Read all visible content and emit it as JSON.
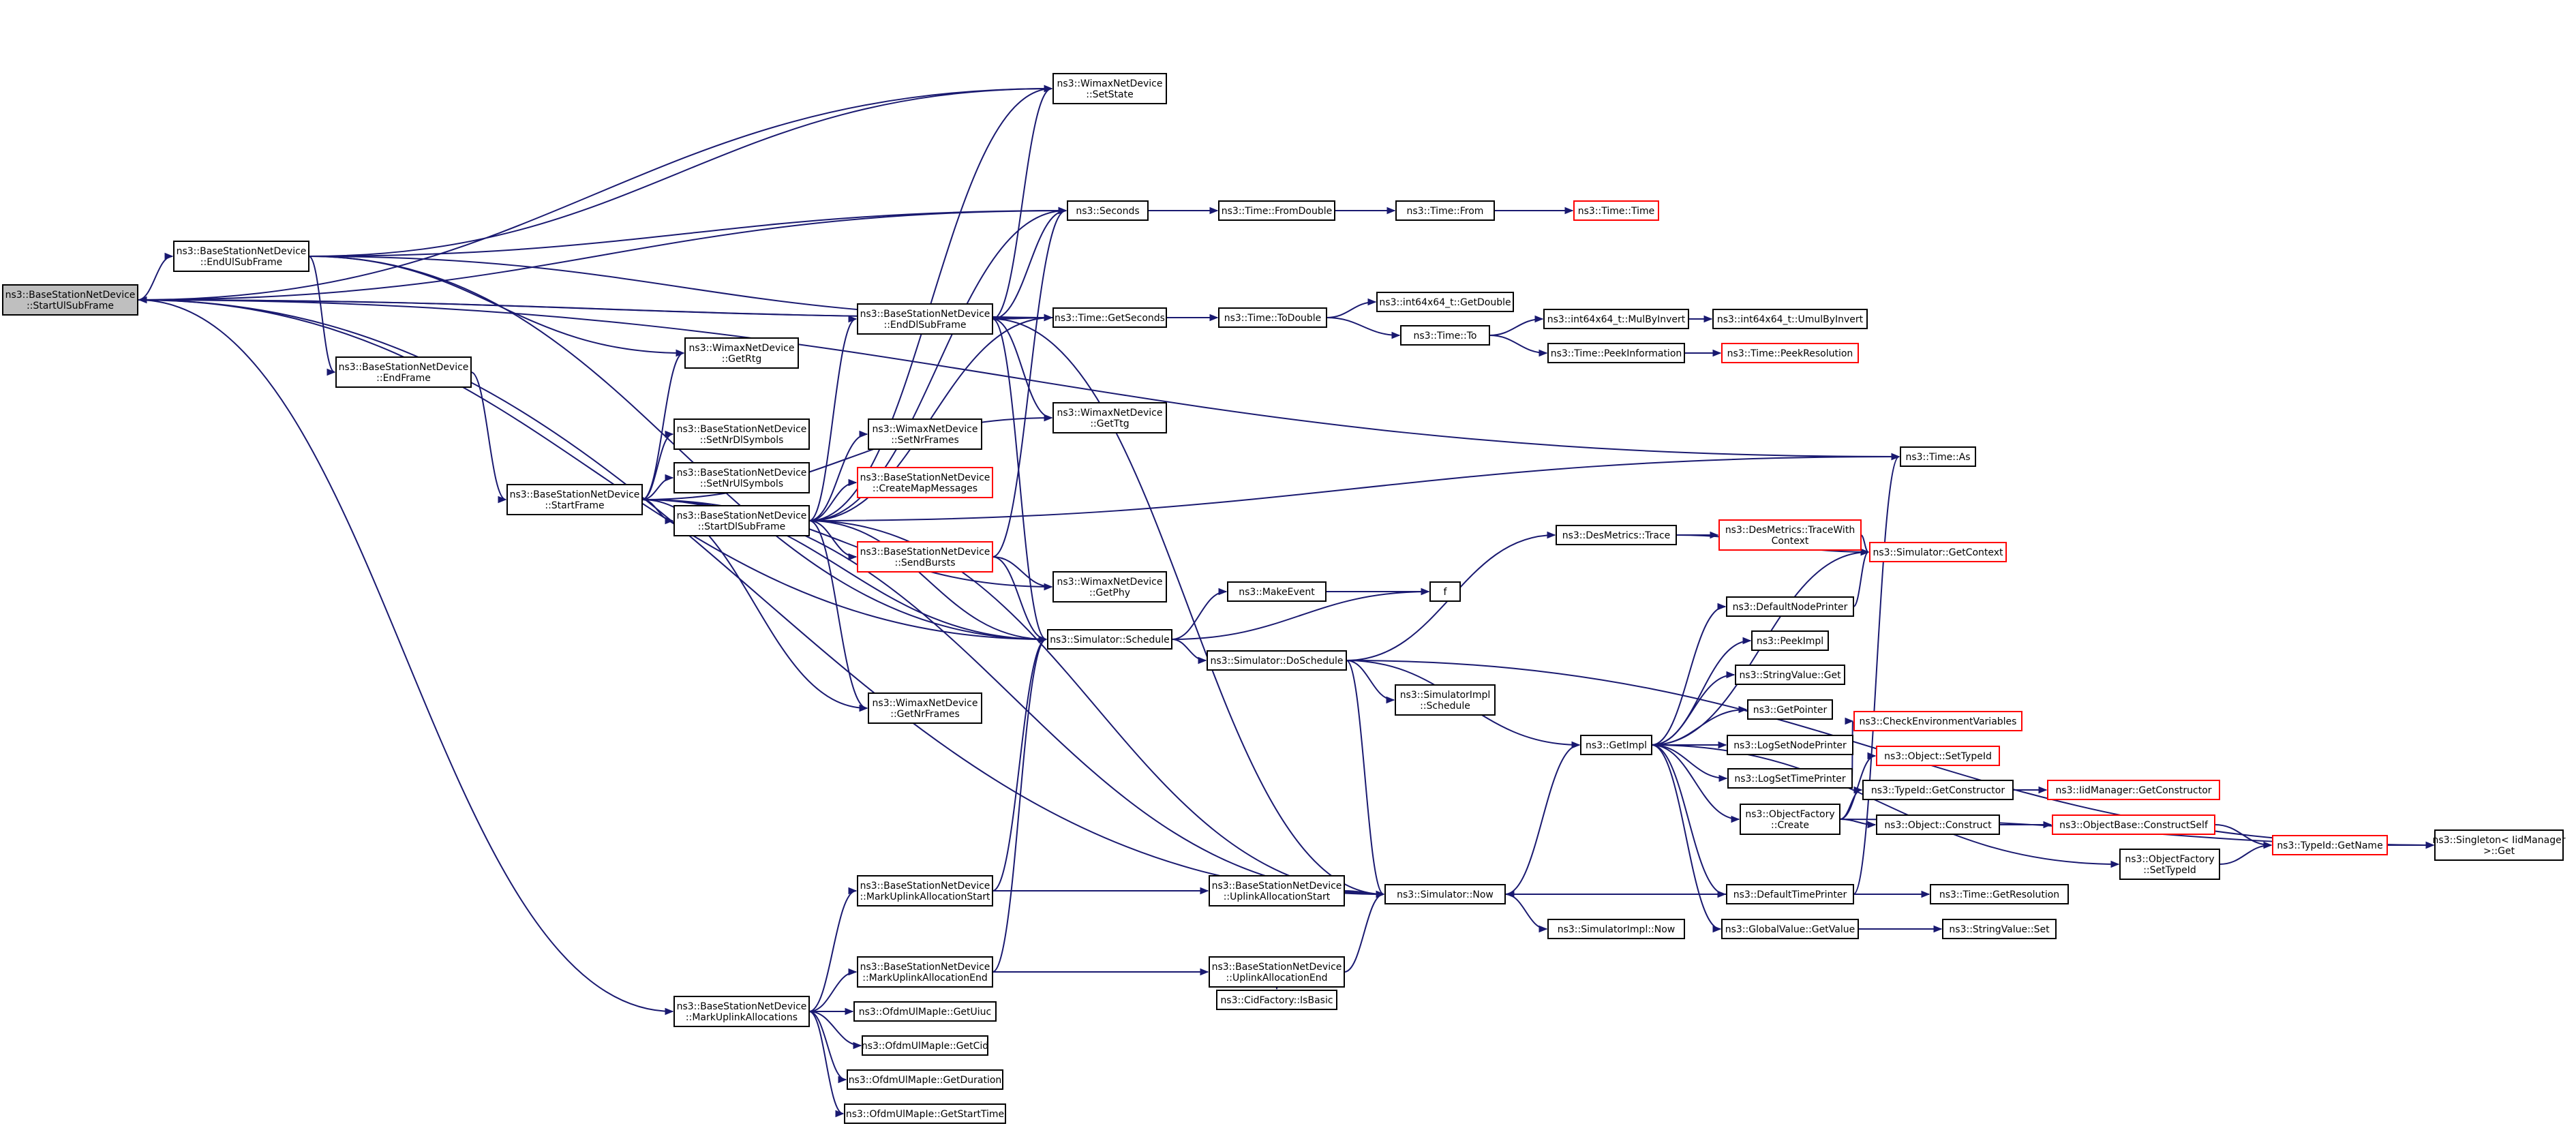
{
  "colors": {
    "edge": "#191970",
    "node_border": "#000000",
    "node_border_truncated": "#ff0000",
    "root_fill": "#bfbfbf"
  },
  "nodes": [
    {
      "id": "root",
      "lines": [
        "ns3::BaseStationNetDevice",
        "::StartUlSubFrame"
      ],
      "root": true
    },
    {
      "id": "endul",
      "lines": [
        "ns3::BaseStationNetDevice",
        "::EndUlSubFrame"
      ]
    },
    {
      "id": "endframe",
      "lines": [
        "ns3::BaseStationNetDevice",
        "::EndFrame"
      ]
    },
    {
      "id": "startframe",
      "lines": [
        "ns3::BaseStationNetDevice",
        "::StartFrame"
      ]
    },
    {
      "id": "startdl",
      "lines": [
        "ns3::BaseStationNetDevice",
        "::StartDlSubFrame"
      ]
    },
    {
      "id": "enddl",
      "lines": [
        "ns3::BaseStationNetDevice",
        "::EndDlSubFrame"
      ]
    },
    {
      "id": "setnrdl",
      "lines": [
        "ns3::BaseStationNetDevice",
        "::SetNrDlSymbols"
      ]
    },
    {
      "id": "setnrul",
      "lines": [
        "ns3::BaseStationNetDevice",
        "::SetNrUlSymbols"
      ]
    },
    {
      "id": "getrtg",
      "lines": [
        "ns3::WimaxNetDevice",
        "::GetRtg"
      ]
    },
    {
      "id": "setstate",
      "lines": [
        "ns3::WimaxNetDevice",
        "::SetState"
      ]
    },
    {
      "id": "setnrframes",
      "lines": [
        "ns3::WimaxNetDevice",
        "::SetNrFrames"
      ]
    },
    {
      "id": "createmap",
      "lines": [
        "ns3::BaseStationNetDevice",
        "::CreateMapMessages"
      ],
      "red": true
    },
    {
      "id": "sendbursts",
      "lines": [
        "ns3::BaseStationNetDevice",
        "::SendBursts"
      ],
      "red": true
    },
    {
      "id": "getphy",
      "lines": [
        "ns3::WimaxNetDevice",
        "::GetPhy"
      ]
    },
    {
      "id": "getnrframes",
      "lines": [
        "ns3::WimaxNetDevice",
        "::GetNrFrames"
      ]
    },
    {
      "id": "getttg",
      "lines": [
        "ns3::WimaxNetDevice",
        "::GetTtg"
      ]
    },
    {
      "id": "seconds",
      "lines": [
        "ns3::Seconds"
      ]
    },
    {
      "id": "getseconds",
      "lines": [
        "ns3::Time::GetSeconds"
      ]
    },
    {
      "id": "schedule",
      "lines": [
        "ns3::Simulator::Schedule"
      ]
    },
    {
      "id": "fromdouble",
      "lines": [
        "ns3::Time::FromDouble"
      ]
    },
    {
      "id": "from",
      "lines": [
        "ns3::Time::From"
      ]
    },
    {
      "id": "timetime",
      "lines": [
        "ns3::Time::Time"
      ],
      "red": true
    },
    {
      "id": "todouble",
      "lines": [
        "ns3::Time::ToDouble"
      ]
    },
    {
      "id": "getdouble",
      "lines": [
        "ns3::int64x64_t::GetDouble"
      ]
    },
    {
      "id": "timeto",
      "lines": [
        "ns3::Time::To"
      ]
    },
    {
      "id": "mulbyinvert",
      "lines": [
        "ns3::int64x64_t::MulByInvert"
      ]
    },
    {
      "id": "umulbyinvert",
      "lines": [
        "ns3::int64x64_t::UmulByInvert"
      ]
    },
    {
      "id": "peekinfo",
      "lines": [
        "ns3::Time::PeekInformation"
      ]
    },
    {
      "id": "peekres",
      "lines": [
        "ns3::Time::PeekResolution"
      ],
      "red": true
    },
    {
      "id": "timeas",
      "lines": [
        "ns3::Time::As"
      ]
    },
    {
      "id": "makeevent",
      "lines": [
        "ns3::MakeEvent"
      ]
    },
    {
      "id": "f",
      "lines": [
        "f"
      ]
    },
    {
      "id": "doschedule",
      "lines": [
        "ns3::Simulator::DoSchedule"
      ]
    },
    {
      "id": "simimplsched",
      "lines": [
        "ns3::SimulatorImpl",
        "::Schedule"
      ]
    },
    {
      "id": "desmetrics",
      "lines": [
        "ns3::DesMetrics::Trace"
      ]
    },
    {
      "id": "tracewith",
      "lines": [
        "ns3::DesMetrics::TraceWith",
        "Context"
      ],
      "red": true
    },
    {
      "id": "getcontext",
      "lines": [
        "ns3::Simulator::GetContext"
      ],
      "red": true
    },
    {
      "id": "getimpl",
      "lines": [
        "ns3::GetImpl"
      ]
    },
    {
      "id": "defnodeprinter",
      "lines": [
        "ns3::DefaultNodePrinter"
      ]
    },
    {
      "id": "peekimpl",
      "lines": [
        "ns3::PeekImpl"
      ]
    },
    {
      "id": "stringvalueget",
      "lines": [
        "ns3::StringValue::Get"
      ]
    },
    {
      "id": "getpointer",
      "lines": [
        "ns3::GetPointer"
      ]
    },
    {
      "id": "logsetnode",
      "lines": [
        "ns3::LogSetNodePrinter"
      ]
    },
    {
      "id": "logsettime",
      "lines": [
        "ns3::LogSetTimePrinter"
      ]
    },
    {
      "id": "checkenv",
      "lines": [
        "ns3::CheckEnvironmentVariables"
      ],
      "red": true
    },
    {
      "id": "objfactcreate",
      "lines": [
        "ns3::ObjectFactory",
        "::Create"
      ]
    },
    {
      "id": "objsettypeid",
      "lines": [
        "ns3::Object::SetTypeId"
      ],
      "red": true
    },
    {
      "id": "typeidgetctor",
      "lines": [
        "ns3::TypeId::GetConstructor"
      ]
    },
    {
      "id": "iidgetctor",
      "lines": [
        "ns3::IidManager::GetConstructor"
      ],
      "red": true
    },
    {
      "id": "objconstruct",
      "lines": [
        "ns3::Object::Construct"
      ]
    },
    {
      "id": "constructself",
      "lines": [
        "ns3::ObjectBase::ConstructSelf"
      ],
      "red": true
    },
    {
      "id": "typeidgetname",
      "lines": [
        "ns3::TypeId::GetName"
      ],
      "red": true
    },
    {
      "id": "singleton",
      "lines": [
        "ns3::Singleton< IidManager",
        ">::Get"
      ]
    },
    {
      "id": "objfactsettype",
      "lines": [
        "ns3::ObjectFactory",
        "::SetTypeId"
      ]
    },
    {
      "id": "simnow",
      "lines": [
        "ns3::Simulator::Now"
      ]
    },
    {
      "id": "deftimeprinter",
      "lines": [
        "ns3::DefaultTimePrinter"
      ]
    },
    {
      "id": "timegetres",
      "lines": [
        "ns3::Time::GetResolution"
      ]
    },
    {
      "id": "globalvalget",
      "lines": [
        "ns3::GlobalValue::GetValue"
      ]
    },
    {
      "id": "stringvalset",
      "lines": [
        "ns3::StringValue::Set"
      ]
    },
    {
      "id": "simimplnow",
      "lines": [
        "ns3::SimulatorImpl::Now"
      ]
    },
    {
      "id": "markulstart",
      "lines": [
        "ns3::BaseStationNetDevice",
        "::MarkUplinkAllocationStart"
      ]
    },
    {
      "id": "markulend",
      "lines": [
        "ns3::BaseStationNetDevice",
        "::MarkUplinkAllocationEnd"
      ]
    },
    {
      "id": "markulalloc",
      "lines": [
        "ns3::BaseStationNetDevice",
        "::MarkUplinkAllocations"
      ]
    },
    {
      "id": "ulallocstart",
      "lines": [
        "ns3::BaseStationNetDevice",
        "::UplinkAllocationStart"
      ]
    },
    {
      "id": "ulallocend",
      "lines": [
        "ns3::BaseStationNetDevice",
        "::UplinkAllocationEnd"
      ]
    },
    {
      "id": "cidisbasic",
      "lines": [
        "ns3::CidFactory::IsBasic"
      ]
    },
    {
      "id": "getuiuc",
      "lines": [
        "ns3::OfdmUlMapIe::GetUiuc"
      ]
    },
    {
      "id": "getcid",
      "lines": [
        "ns3::OfdmUlMapIe::GetCid"
      ]
    },
    {
      "id": "getduration",
      "lines": [
        "ns3::OfdmUlMapIe::GetDuration"
      ]
    },
    {
      "id": "getstarttime",
      "lines": [
        "ns3::OfdmUlMapIe::GetStartTime"
      ]
    }
  ],
  "edges": [
    [
      "root",
      "endul"
    ],
    [
      "root",
      "setstate"
    ],
    [
      "root",
      "seconds"
    ],
    [
      "root",
      "getseconds"
    ],
    [
      "root",
      "timeas"
    ],
    [
      "root",
      "schedule"
    ],
    [
      "root",
      "simnow"
    ],
    [
      "root",
      "markulalloc"
    ],
    [
      "endul",
      "endframe"
    ],
    [
      "endul",
      "setstate"
    ],
    [
      "endul",
      "seconds"
    ],
    [
      "endul",
      "getseconds"
    ],
    [
      "endul",
      "getrtg"
    ],
    [
      "endul",
      "schedule"
    ],
    [
      "endframe",
      "startframe"
    ],
    [
      "startframe",
      "getrtg"
    ],
    [
      "startframe",
      "setnrdl"
    ],
    [
      "startframe",
      "setnrul"
    ],
    [
      "startframe",
      "startdl"
    ],
    [
      "startframe",
      "getphy"
    ],
    [
      "startframe",
      "getnrframes"
    ],
    [
      "startframe",
      "getttg"
    ],
    [
      "startframe",
      "schedule"
    ],
    [
      "startframe",
      "simnow"
    ],
    [
      "startdl",
      "enddl"
    ],
    [
      "startdl",
      "setnrframes"
    ],
    [
      "startdl",
      "createmap"
    ],
    [
      "startdl",
      "sendbursts"
    ],
    [
      "startdl",
      "setstate"
    ],
    [
      "startdl",
      "seconds"
    ],
    [
      "startdl",
      "getseconds"
    ],
    [
      "startdl",
      "timeas"
    ],
    [
      "startdl",
      "schedule"
    ],
    [
      "startdl",
      "getnrframes"
    ],
    [
      "startdl",
      "simnow"
    ],
    [
      "enddl",
      "setstate"
    ],
    [
      "enddl",
      "seconds"
    ],
    [
      "enddl",
      "getseconds"
    ],
    [
      "enddl",
      "getttg"
    ],
    [
      "enddl",
      "schedule"
    ],
    [
      "enddl",
      "simnow"
    ],
    [
      "sendbursts",
      "getphy"
    ],
    [
      "sendbursts",
      "seconds"
    ],
    [
      "sendbursts",
      "schedule"
    ],
    [
      "getseconds",
      "root"
    ],
    [
      "getseconds",
      "todouble"
    ],
    [
      "seconds",
      "fromdouble"
    ],
    [
      "fromdouble",
      "from"
    ],
    [
      "from",
      "timetime"
    ],
    [
      "todouble",
      "getdouble"
    ],
    [
      "todouble",
      "timeto"
    ],
    [
      "timeto",
      "mulbyinvert"
    ],
    [
      "mulbyinvert",
      "umulbyinvert"
    ],
    [
      "timeto",
      "peekinfo"
    ],
    [
      "peekinfo",
      "peekres"
    ],
    [
      "schedule",
      "makeevent"
    ],
    [
      "schedule",
      "f"
    ],
    [
      "schedule",
      "doschedule"
    ],
    [
      "makeevent",
      "f"
    ],
    [
      "doschedule",
      "desmetrics"
    ],
    [
      "doschedule",
      "simimplsched"
    ],
    [
      "doschedule",
      "getimpl"
    ],
    [
      "doschedule",
      "simnow"
    ],
    [
      "doschedule",
      "singleton"
    ],
    [
      "desmetrics",
      "tracewith"
    ],
    [
      "desmetrics",
      "getcontext"
    ],
    [
      "tracewith",
      "getcontext"
    ],
    [
      "getimpl",
      "defnodeprinter"
    ],
    [
      "getimpl",
      "peekimpl"
    ],
    [
      "getimpl",
      "stringvalueget"
    ],
    [
      "getimpl",
      "getpointer"
    ],
    [
      "getimpl",
      "logsetnode"
    ],
    [
      "getimpl",
      "logsettime"
    ],
    [
      "getimpl",
      "objfactcreate"
    ],
    [
      "getimpl",
      "deftimeprinter"
    ],
    [
      "getimpl",
      "globalvalget"
    ],
    [
      "getimpl",
      "objfactsettype"
    ],
    [
      "getimpl",
      "getcontext"
    ],
    [
      "defnodeprinter",
      "getcontext"
    ],
    [
      "logsettime",
      "checkenv"
    ],
    [
      "objfactcreate",
      "objsettypeid"
    ],
    [
      "objfactcreate",
      "typeidgetctor"
    ],
    [
      "objfactcreate",
      "objconstruct"
    ],
    [
      "objfactcreate",
      "singleton"
    ],
    [
      "typeidgetctor",
      "iidgetctor"
    ],
    [
      "objconstruct",
      "constructself"
    ],
    [
      "constructself",
      "typeidgetname"
    ],
    [
      "objfactsettype",
      "typeidgetname"
    ],
    [
      "typeidgetname",
      "singleton"
    ],
    [
      "deftimeprinter",
      "simnow"
    ],
    [
      "deftimeprinter",
      "timegetres"
    ],
    [
      "deftimeprinter",
      "timeas"
    ],
    [
      "globalvalget",
      "stringvalset"
    ],
    [
      "simnow",
      "getimpl"
    ],
    [
      "simnow",
      "simimplnow"
    ],
    [
      "markulalloc",
      "markulstart"
    ],
    [
      "markulalloc",
      "markulend"
    ],
    [
      "markulalloc",
      "getuiuc"
    ],
    [
      "markulalloc",
      "getcid"
    ],
    [
      "markulalloc",
      "getduration"
    ],
    [
      "markulalloc",
      "getstarttime"
    ],
    [
      "markulstart",
      "ulallocstart"
    ],
    [
      "markulstart",
      "schedule"
    ],
    [
      "markulend",
      "ulallocend"
    ],
    [
      "markulend",
      "schedule"
    ],
    [
      "ulallocstart",
      "simnow"
    ],
    [
      "ulallocend",
      "simnow"
    ],
    [
      "ulallocend",
      "cidisbasic"
    ]
  ]
}
